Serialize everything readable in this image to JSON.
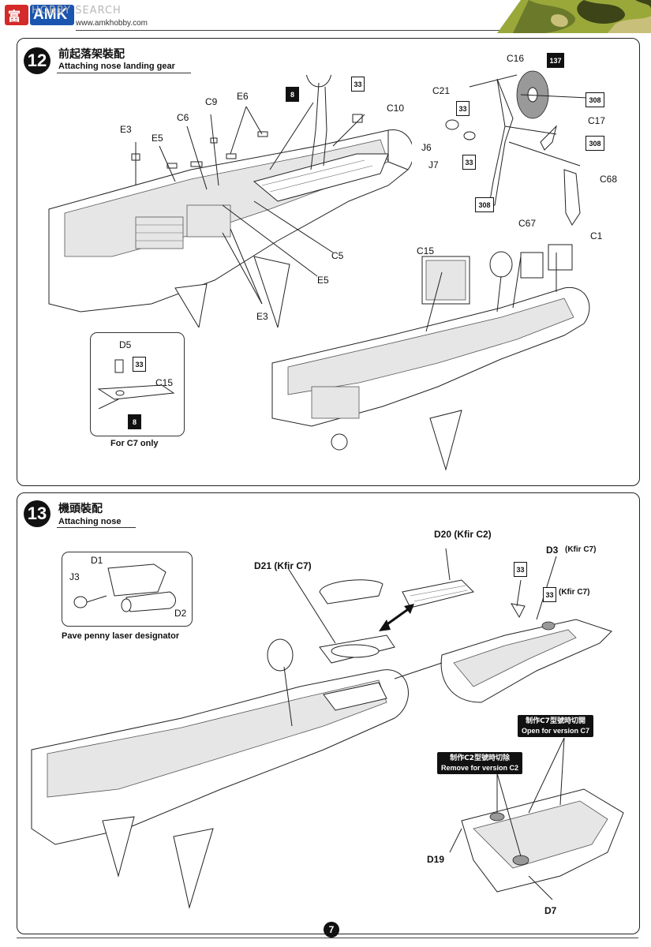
{
  "header": {
    "watermark": "HOBBY SEARCH",
    "website": "www.amkhobby.com",
    "logo_letters": "AMK",
    "camo_colors": [
      "#6b7a2a",
      "#9aa83a",
      "#3d4418",
      "#c8c07a"
    ]
  },
  "step12": {
    "number": "12",
    "title_zh": "前起落架裝配",
    "title_en": "Attaching nose landing gear",
    "labels": {
      "e3_top": "E3",
      "e5_top": "E5",
      "c6": "C6",
      "c9": "C9",
      "e6": "E6",
      "c10": "C10",
      "c5": "C5",
      "e5_bottom": "E5",
      "e3_bottom": "E3",
      "c16": "C16",
      "c21": "C21",
      "c17": "C17",
      "j6": "J6",
      "j7": "J7",
      "c68": "C68",
      "c67": "C67",
      "c1": "C1",
      "c15": "C15"
    },
    "tags": {
      "t8": "8",
      "t33_a": "33",
      "t137": "137",
      "t33_b": "33",
      "t308_a": "308",
      "t308_b": "308",
      "t33_c": "33",
      "t308_c": "308"
    },
    "inset": {
      "label_d5": "D5",
      "tag_33": "33",
      "label_c15": "C15",
      "tag_8": "8",
      "caption": "For C7 only"
    }
  },
  "step13": {
    "number": "13",
    "title_zh": "機頭裝配",
    "title_en": "Attaching nose",
    "inset": {
      "label_d1": "D1",
      "label_j3": "J3",
      "label_d2": "D2",
      "caption": "Pave penny laser designator"
    },
    "labels": {
      "d20": "D20 (Kfir C2)",
      "d21": "D21 (Kfir C7)",
      "d3": "D3",
      "d3_note": "(Kfir C7)",
      "kfir_c7_note": "(Kfir C7)",
      "d19": "D19",
      "d7": "D7"
    },
    "tags": {
      "t33_a": "33",
      "t33_b": "33"
    },
    "notes": {
      "c7_zh": "制作C7型號時切開",
      "c7_en": "Open for version C7",
      "c2_zh": "制作C2型號時切除",
      "c2_en": "Remove for version C2"
    }
  },
  "footer": {
    "page_number": "7"
  }
}
